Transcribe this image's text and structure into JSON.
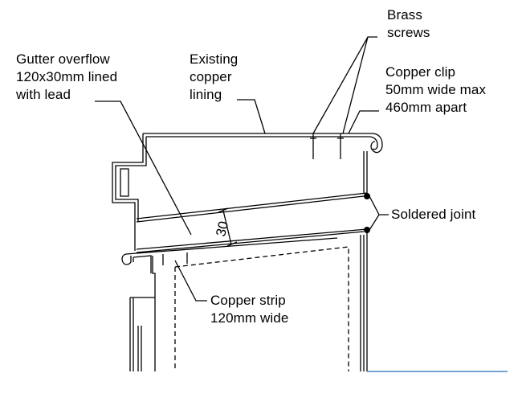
{
  "labels": {
    "brass_screws": [
      "Brass",
      "screws"
    ],
    "gutter_overflow": [
      "Gutter overflow",
      "120x30mm lined",
      "with lead"
    ],
    "existing_lining": [
      "Existing",
      "copper",
      "lining"
    ],
    "copper_clip": [
      "Copper clip",
      "50mm wide max",
      "460mm apart"
    ],
    "soldered_joint": "Soldered joint",
    "copper_strip": [
      "Copper strip",
      "120mm wide"
    ],
    "dimension": "30"
  },
  "colors": {
    "line": "#000000",
    "accent": "#4a86c8",
    "background": "#ffffff"
  }
}
